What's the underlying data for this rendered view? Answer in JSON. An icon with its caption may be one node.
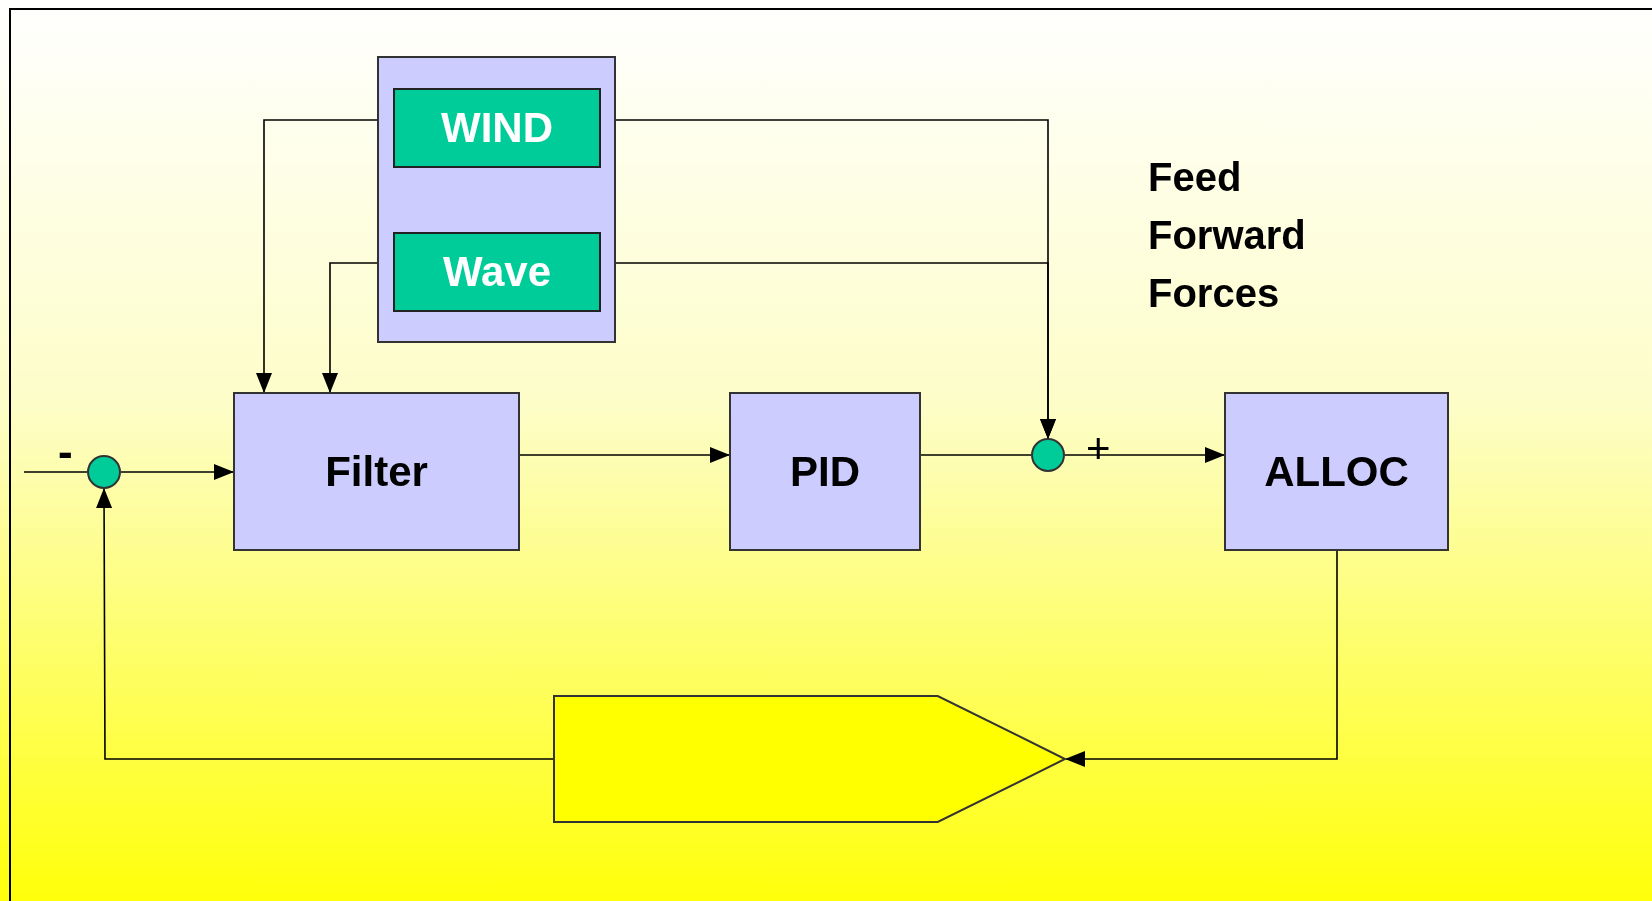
{
  "diagram": {
    "nodes": [
      {
        "text": [],
        "shape": "box"
      },
      {
        "text": [
          "WIND"
        ],
        "in": 0
      },
      {
        "text": [
          "Wave"
        ],
        "in": 0
      },
      {
        "text": [
          "Filter"
        ]
      },
      {
        "text": [
          "PID"
        ]
      },
      {
        "text": [
          "ALLOC"
        ]
      },
      {
        "text": [],
        "shape": "circle"
      },
      {
        "text": [],
        "shape": "circle"
      },
      {
        "text": [],
        "shape": "pentagon"
      }
    ],
    "edges": [
      {
        "from": null,
        "to": 6,
        "arrow": "none"
      },
      {
        "from": 6,
        "to": 3,
        "arrow": "to"
      },
      {
        "from": 3,
        "to": 4,
        "arrow": "to"
      },
      {
        "from": 4,
        "to": 7,
        "arrow": "none"
      },
      {
        "from": 7,
        "to": 5,
        "arrow": "to"
      },
      {
        "from": 1,
        "to": 3,
        "arrow": "to"
      },
      {
        "from": 2,
        "to": 3,
        "arrow": "to"
      },
      {
        "from": 1,
        "to": 7,
        "arrow": "to"
      },
      {
        "from": 2,
        "to": 7,
        "arrow": "to"
      },
      {
        "from": 5,
        "to": 8,
        "arrow": "to"
      },
      {
        "from": 8,
        "to": 6,
        "arrow": "to"
      }
    ],
    "labels": [
      "Feed Forward Forces",
      "-",
      "+"
    ]
  }
}
